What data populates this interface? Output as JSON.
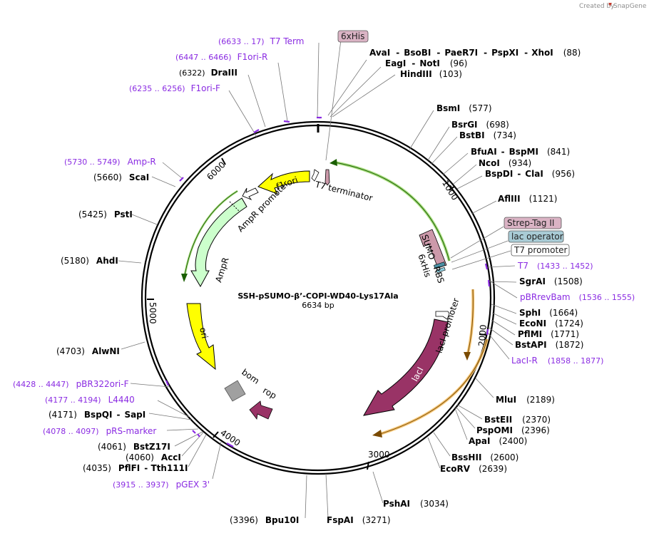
{
  "credit": {
    "text": "Created by",
    "brand": "SnapGene"
  },
  "plasmid": {
    "name": "SSH-pSUMO-β’-COPI-WD40-Lys17Ala",
    "length": "6634 bp"
  },
  "ticks": [
    "1000",
    "2000",
    "3000",
    "4000",
    "5000",
    "6000"
  ],
  "features": {
    "t7_terminator": "T7 terminator",
    "f1_ori": "f1 ori",
    "ampr_promoter": "AmpR promoter",
    "ampr": "AmpR",
    "ori": "ori",
    "bom": "bom",
    "rop": "rop",
    "laci": "lacI",
    "laci_promoter": "lacI promoter",
    "sumo": "SUMO",
    "his6": "6xHis",
    "rbs": "RBS"
  },
  "boxes": {
    "his6_box": "6xHis",
    "strep": "Strep-Tag II",
    "lac_op": "lac operator",
    "t7_prom": "T7 promoter"
  },
  "enzymes_top": {
    "row1": [
      "AvaI",
      "BsoBI",
      "PaeR7I",
      "PspXI",
      "XhoI",
      "(88)"
    ],
    "row2": [
      "EagI",
      "NotI",
      "(96)"
    ],
    "row3": [
      "HindIII",
      "(103)"
    ]
  },
  "sites": {
    "bsmi": [
      "BsmI",
      "(577)"
    ],
    "bsrgi": [
      "BsrGI",
      "(698)"
    ],
    "bstbi": [
      "BstBI",
      "(734)"
    ],
    "bfuai": [
      "BfuAI",
      "BspMI",
      "(841)"
    ],
    "ncoi": [
      "NcoI",
      "(934)"
    ],
    "bspdi": [
      "BspDI",
      "ClaI",
      "(956)"
    ],
    "aflii": [
      "AflIII",
      "(1121)"
    ],
    "sgrai": [
      "SgrAI",
      "(1508)"
    ],
    "sphi": [
      "SphI",
      "(1664)"
    ],
    "econi": [
      "EcoNI",
      "(1724)"
    ],
    "pflmi": [
      "PflMI",
      "(1771)"
    ],
    "bstapi": [
      "BstAPI",
      "(1872)"
    ],
    "mlui": [
      "MluI",
      "(2189)"
    ],
    "bsteii": [
      "BstEII",
      "(2370)"
    ],
    "pspomi": [
      "PspOMI",
      "(2396)"
    ],
    "apai": [
      "ApaI",
      "(2400)"
    ],
    "bsshii": [
      "BssHII",
      "(2600)"
    ],
    "ecorv": [
      "EcoRV",
      "(2639)"
    ],
    "pshai": [
      "PshAI",
      "(3034)"
    ],
    "fspai": [
      "FspAI",
      "(3271)"
    ],
    "bpu10i": [
      "(3396)",
      "Bpu10I"
    ],
    "pflfi": [
      "(4035)",
      "PflFI",
      "Tth111I"
    ],
    "acci": [
      "(4060)",
      "AccI"
    ],
    "bstz17i": [
      "(4061)",
      "BstZ17I"
    ],
    "bspqi": [
      "(4171)",
      "BspQI",
      "SapI"
    ],
    "alwni": [
      "(4703)",
      "AlwNI"
    ],
    "ahdi": [
      "(5180)",
      "AhdI"
    ],
    "psti": [
      "(5425)",
      "PstI"
    ],
    "scai": [
      "(5660)",
      "ScaI"
    ],
    "draiii": [
      "(6322)",
      "DraIII"
    ]
  },
  "primers": {
    "t7term": [
      "(6633 .. 17)",
      "T7 Term"
    ],
    "f1orir": [
      "(6447 .. 6466)",
      "F1ori-R"
    ],
    "f1orif": [
      "(6235 .. 6256)",
      "F1ori-F"
    ],
    "ampr": [
      "(5730 .. 5749)",
      "Amp-R"
    ],
    "pbr322": [
      "(4428 .. 4447)",
      "pBR322ori-F"
    ],
    "l4440": [
      "(4177 .. 4194)",
      "L4440"
    ],
    "prs": [
      "(4078 .. 4097)",
      "pRS-marker"
    ],
    "pgex": [
      "(3915 .. 3937)",
      "pGEX 3'"
    ],
    "t7": [
      "T7",
      "(1433 .. 1452)"
    ],
    "pbrrev": [
      "pBRrevBam",
      "(1536 .. 1555)"
    ],
    "lacir": [
      "LacI-R",
      "(1858 .. 1877)"
    ]
  },
  "colors": {
    "f1ori": "#ffff00",
    "ampr": "#ccffcc",
    "ori": "#ffff00",
    "laci": "#993366",
    "rop": "#993366",
    "sumo": "#cc99aa",
    "primer": "#8a2be2",
    "green_glow": "#9bd96b",
    "orange_glow": "#f5c26b"
  }
}
